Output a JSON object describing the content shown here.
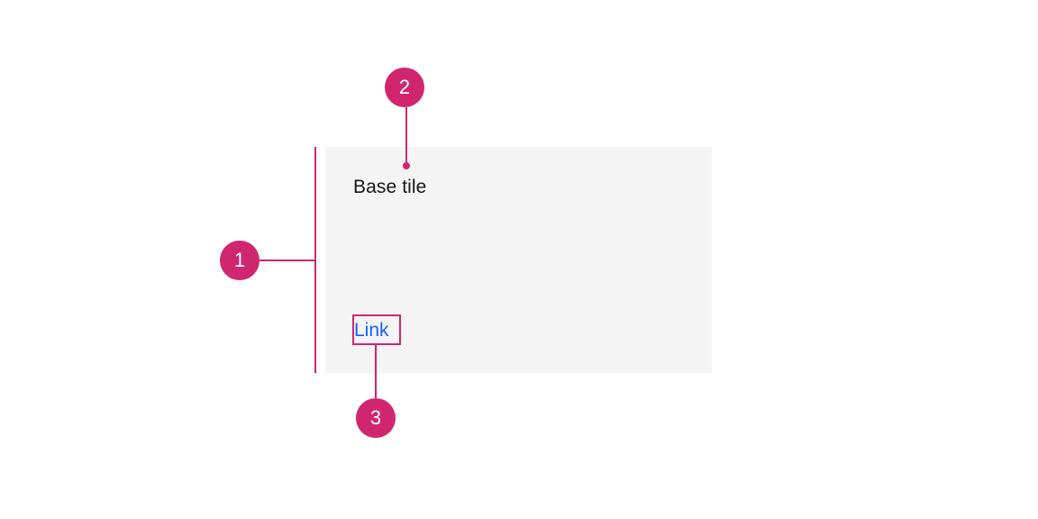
{
  "page": {
    "background_color": "#ffffff",
    "accent_color": "#d02670",
    "link_color": "#0f62fe",
    "text_color": "#161616",
    "tile_background": "#f4f4f4"
  },
  "tile": {
    "title": "Base tile",
    "link_label": "Link"
  },
  "annotations": {
    "items": [
      {
        "number": "1",
        "marker_type": "height-span-bar",
        "target": "tile-container-height"
      },
      {
        "number": "2",
        "marker_type": "point-dot",
        "target": "tile-title"
      },
      {
        "number": "3",
        "marker_type": "highlight-box",
        "target": "tile-link"
      }
    ]
  }
}
